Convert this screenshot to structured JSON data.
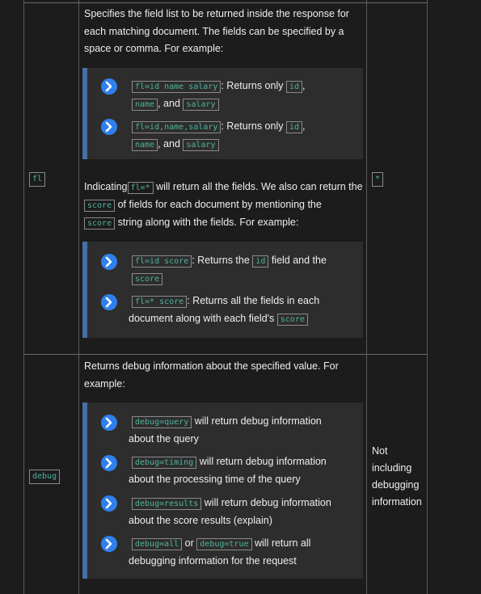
{
  "rows": [
    {
      "param": "fl",
      "default": "*",
      "desc_top": "Specifies the field list to be returned inside the response for each matching document. The fields can be specified by a space or comma. For example:",
      "box1": [
        {
          "code": "fl=id name salary",
          "after": ": Returns only",
          "c2": "id",
          "sep": ",",
          "c3": "name",
          "and": ", and",
          "c4": "salary"
        },
        {
          "code": "fl=id,name,salary",
          "after": ": Returns only",
          "c2": "id",
          "sep": ",",
          "c3": "name",
          "and": ", and",
          "c4": "salary"
        }
      ],
      "mid": {
        "t1": "Indicating",
        "c1": "fl=*",
        "t2": "will return all the fields. We also can return the",
        "c2": "score",
        "t3": "of fields for each document by mentioning the",
        "c3": "score",
        "t4": "string along with the fields. For example:"
      },
      "box2": [
        {
          "code": "fl=id score",
          "t1": ": Returns the",
          "c2": "id",
          "t2": "field and the",
          "c3": "score"
        },
        {
          "code": "fl=* score",
          "t1": ": Returns all the fields in each",
          "t2": "document along with each field's",
          "c2": "score"
        }
      ]
    },
    {
      "param": "debug",
      "default": "Not including debugging information",
      "desc_top": "Returns debug information about the specified value. For example:",
      "box": [
        {
          "code": "debug=query",
          "t1": "will return debug information",
          "t2": "about the query"
        },
        {
          "code": "debug=timing",
          "t1": "will return debug information",
          "t2": "about the processing time of the query"
        },
        {
          "code": "debug=results",
          "t1": "will return debug information",
          "t2": "about the score results (explain)"
        },
        {
          "code": "debug=all",
          "or": "or",
          "code2": "debug=true",
          "t1": "will return all",
          "t2": "debugging information for the request"
        }
      ]
    }
  ]
}
